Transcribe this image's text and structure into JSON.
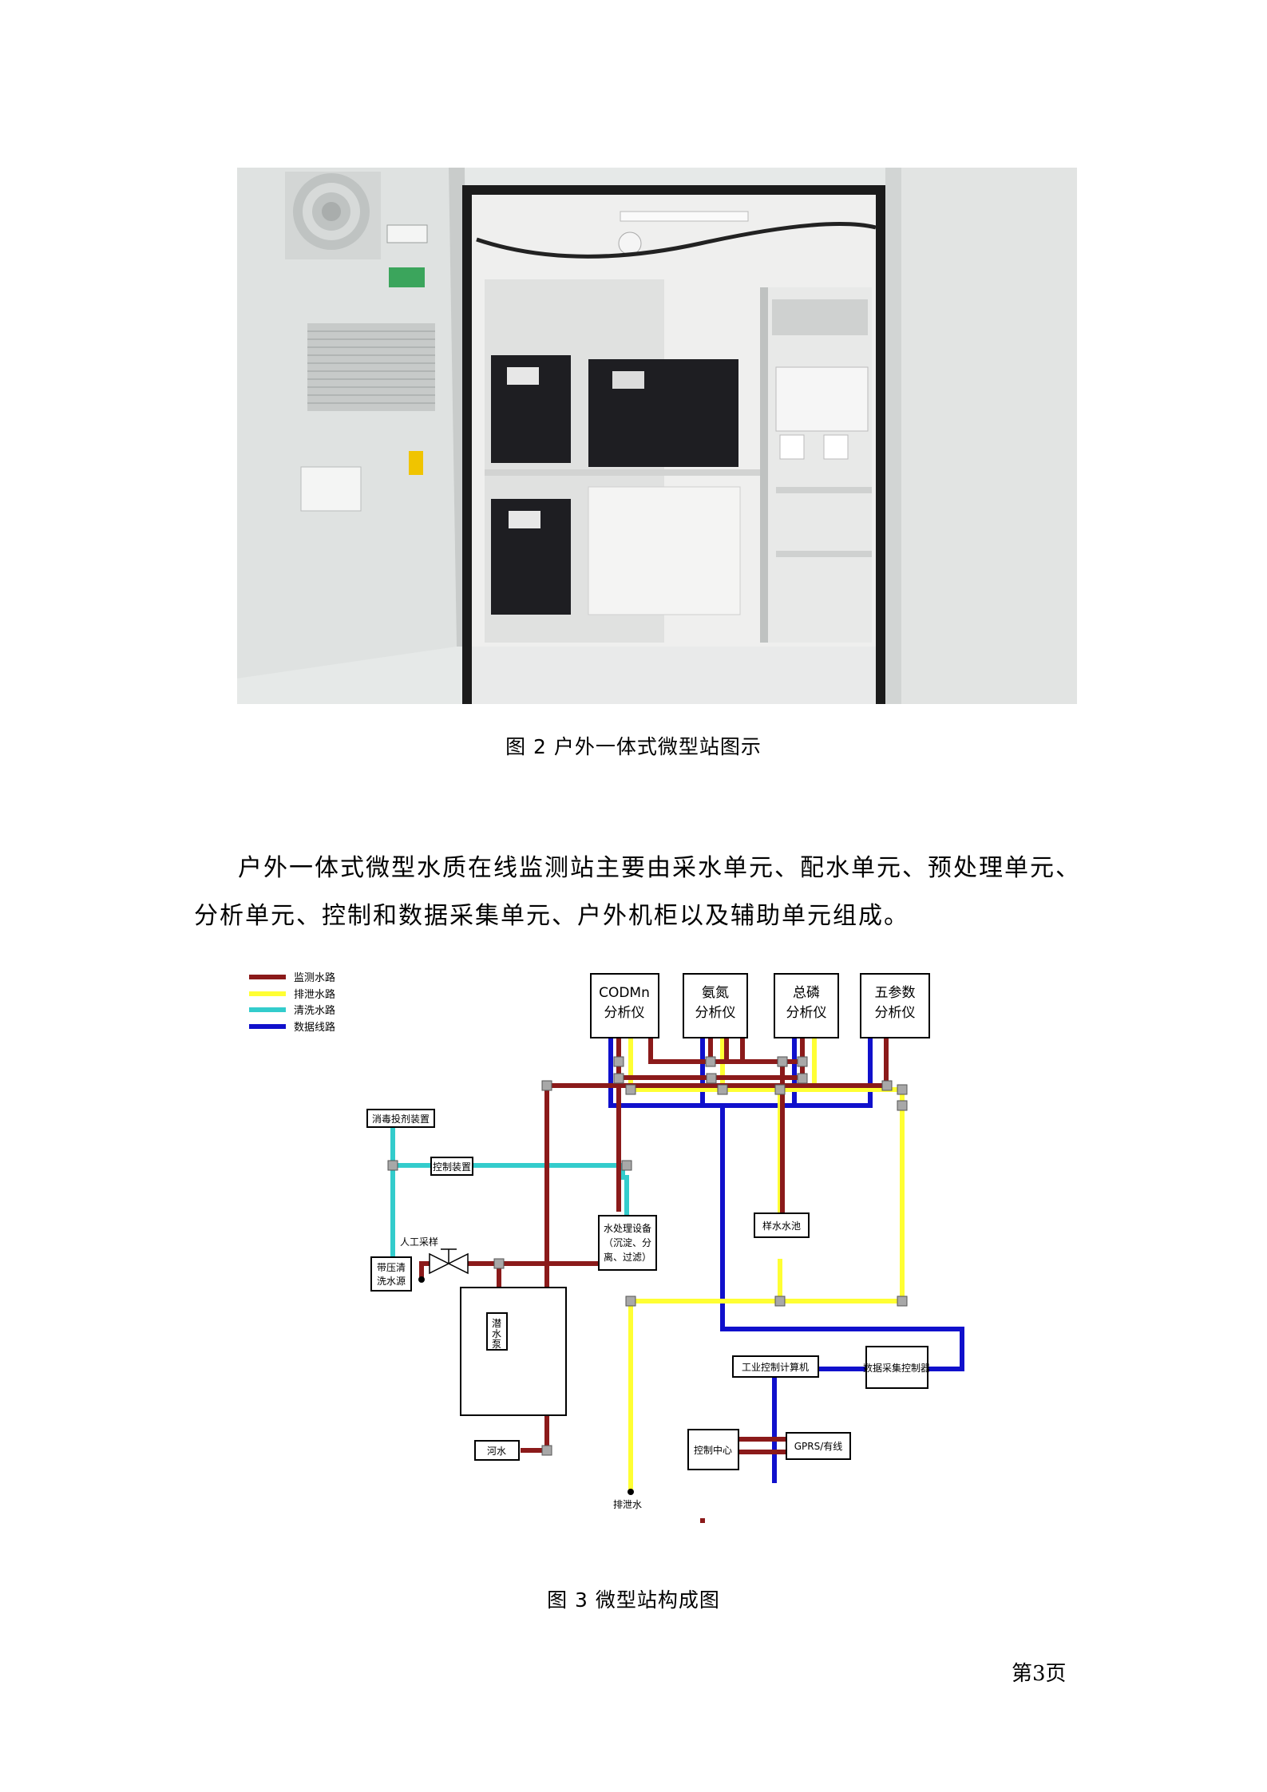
{
  "figure2": {
    "caption": "图 2 户外一体式微型站图示"
  },
  "paragraph": {
    "line1": "户外一体式微型水质在线监测站主要由采水单元、配水单元、预处理单元、",
    "line2": "分析单元、控制和数据采集单元、户外机柜以及辅助单元组成。"
  },
  "figure3": {
    "caption": "图 3 微型站构成图",
    "legend": [
      {
        "label": "监测水路",
        "color": "#8b1a1a"
      },
      {
        "label": "排泄水路",
        "color": "#ffff33"
      },
      {
        "label": "清洗水路",
        "color": "#33cccc"
      },
      {
        "label": "数据线路",
        "color": "#1010cc"
      }
    ],
    "nodes": {
      "codmn_l1": "CODMn",
      "codmn_l2": "分析仪",
      "ammonia_l1": "氨氮",
      "ammonia_l2": "分析仪",
      "tp_l1": "总磷",
      "tp_l2": "分析仪",
      "five_l1": "五参数",
      "five_l2": "分析仪",
      "disinfect": "消毒投剂装置",
      "control_device": "控制装置",
      "manual_sampling": "人工采样",
      "pressure_wash_l1": "带压清",
      "pressure_wash_l2": "洗水源",
      "treatment_l1": "水处理设备",
      "treatment_l2": "（沉淀、分",
      "treatment_l3": "离、过滤）",
      "sample_pool": "样水水池",
      "pump_l1": "潜",
      "pump_l2": "水",
      "pump_l3": "泵",
      "river": "河水",
      "ipc": "工业控制计算机",
      "daq": "数据采集控制器",
      "control_center": "控制中心",
      "gprs": "GPRS/有线",
      "drain": "排泄水"
    }
  },
  "footer": {
    "page": "第3页"
  }
}
